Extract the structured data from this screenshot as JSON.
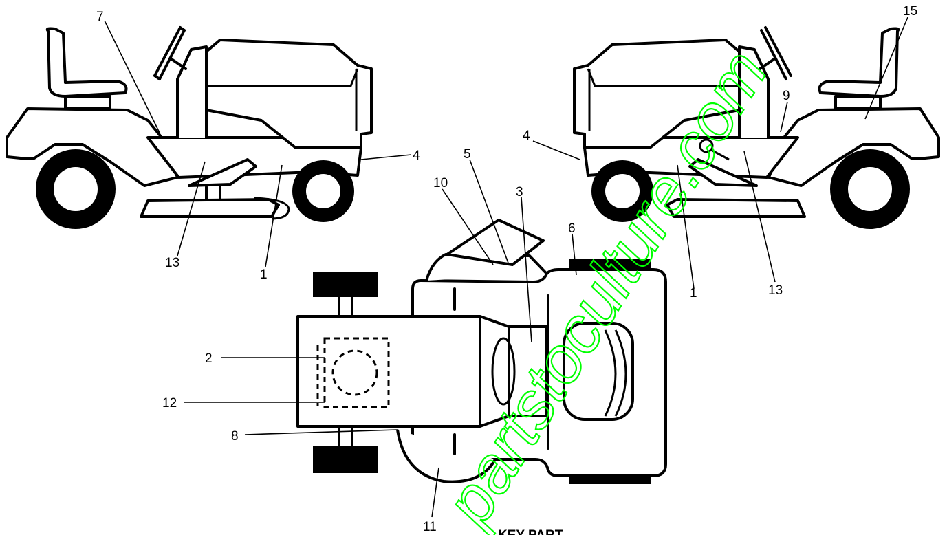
{
  "diagram": {
    "callouts": {
      "left_view": [
        "7",
        "4",
        "13",
        "1"
      ],
      "right_view": [
        "15",
        "9",
        "4",
        "1",
        "13"
      ],
      "top_view": [
        "5",
        "3",
        "10",
        "6",
        "2",
        "12",
        "8",
        "11"
      ]
    },
    "footer_text": "KEY    PART",
    "watermark_text": "partstoculture.com"
  }
}
